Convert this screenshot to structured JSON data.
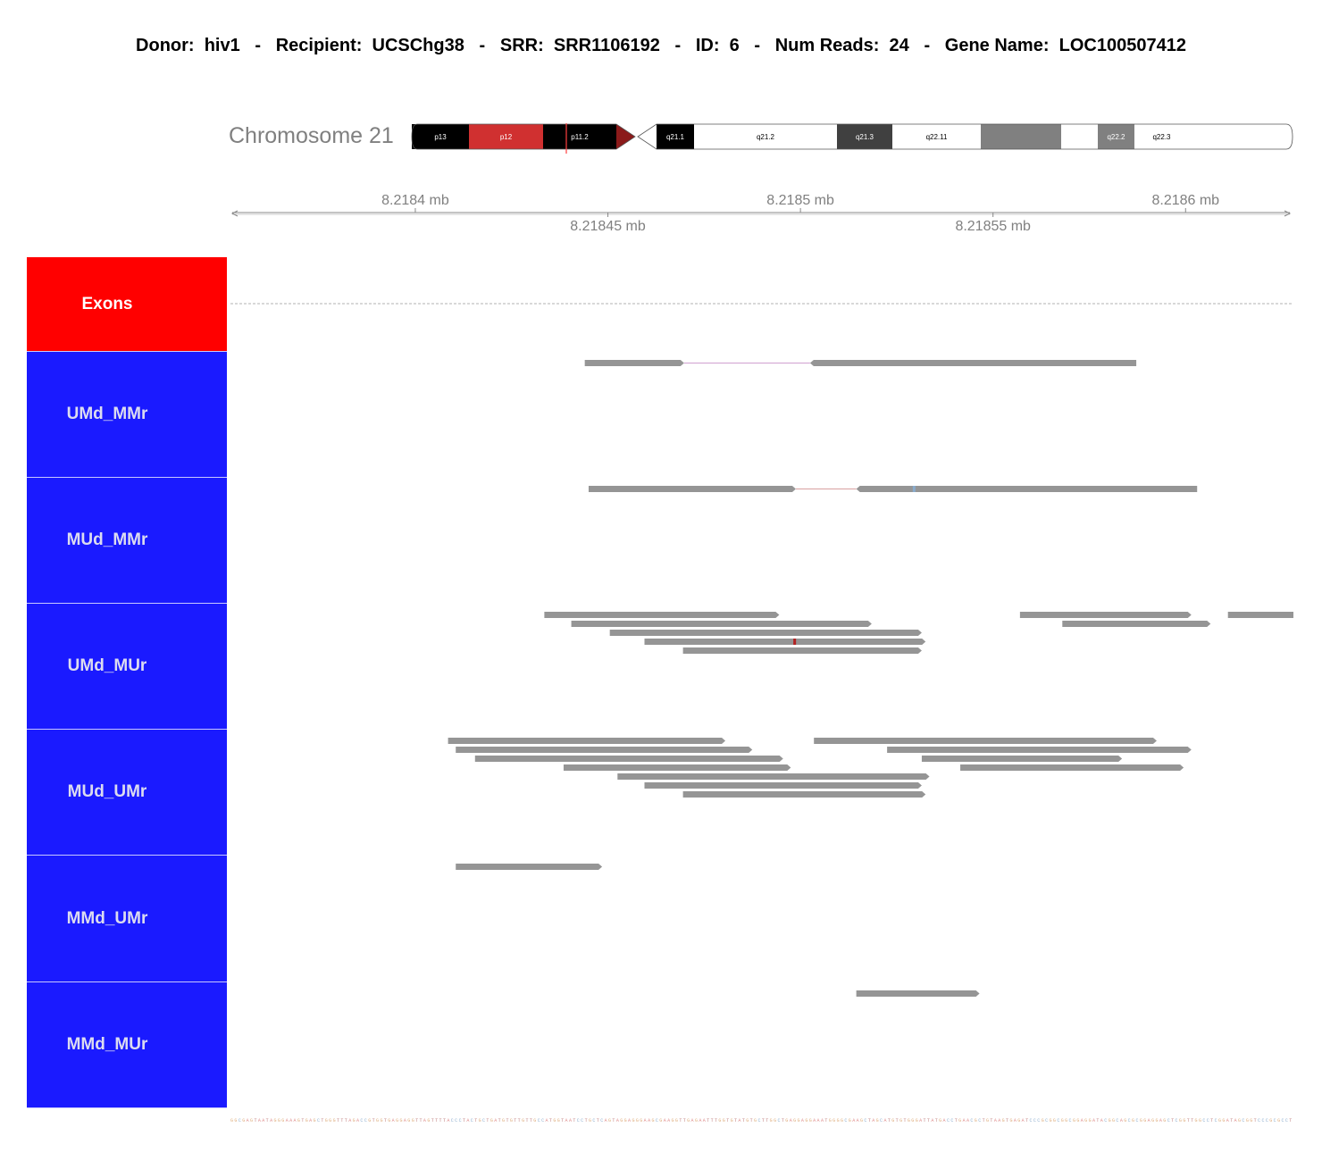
{
  "title": {
    "text": "Donor:  hiv1   -   Recipient:  UCSChg38   -   SRR:  SRR1106192   -   ID:  6   -   Num Reads:  24   -   Gene Name:  LOC100507412"
  },
  "chromosome": {
    "label": "Chromosome 21",
    "bands": [
      {
        "name": "p13",
        "color": "#000000",
        "text_color": "#ffffff"
      },
      {
        "name": "p12",
        "color": "#d03030",
        "text_color": "#ffffff"
      },
      {
        "name": "p11.2",
        "color": "#000000",
        "text_color": "#ffffff"
      },
      {
        "name": "",
        "color": "#8b1a1a",
        "text_color": "#ffffff"
      },
      {
        "name": "",
        "color": "#8b1a1a",
        "text_color": "#ffffff"
      },
      {
        "name": "",
        "color": "#ffffff",
        "text_color": "#000000"
      },
      {
        "name": "q21.1",
        "color": "#000000",
        "text_color": "#ffffff"
      },
      {
        "name": "q21.2",
        "color": "#ffffff",
        "text_color": "#000000"
      },
      {
        "name": "q21.3",
        "color": "#404040",
        "text_color": "#ffffff"
      },
      {
        "name": "q22.11",
        "color": "#ffffff",
        "text_color": "#000000"
      },
      {
        "name": "",
        "color": "#808080",
        "text_color": "#ffffff"
      },
      {
        "name": "",
        "color": "#ffffff",
        "text_color": "#000000"
      },
      {
        "name": "q22.2",
        "color": "#808080",
        "text_color": "#ffffff"
      },
      {
        "name": "q22.3",
        "color": "#ffffff",
        "text_color": "#000000"
      }
    ],
    "highlight_color": "#ff4040"
  },
  "axis": {
    "range_mb": [
      8.218352,
      8.218628
    ],
    "major_ticks": [
      {
        "value": 8.2184,
        "label": "8.2184 mb"
      },
      {
        "value": 8.2185,
        "label": "8.2185 mb"
      },
      {
        "value": 8.2186,
        "label": "8.2186 mb"
      }
    ],
    "minor_ticks": [
      {
        "value": 8.21845,
        "label": "8.21845 mb"
      },
      {
        "value": 8.21855,
        "label": "8.21855 mb"
      }
    ]
  },
  "tracks": [
    {
      "label": "Exons",
      "color": "#ff0000"
    },
    {
      "label": "UMd_MMr",
      "color": "#1a1aff"
    },
    {
      "label": "MUd_MMr",
      "color": "#1a1aff"
    },
    {
      "label": "UMd_MUr",
      "color": "#1a1aff"
    },
    {
      "label": "MUd_UMr",
      "color": "#1a1aff"
    },
    {
      "label": "MMd_UMr",
      "color": "#1a1aff"
    },
    {
      "label": "MMd_MUr",
      "color": "#1a1aff"
    }
  ],
  "colors": {
    "read": "#959595",
    "mismatch_red": "#b22222",
    "mismatch_blue": "#88aacc",
    "splice_line": "#d0a0d0",
    "splice_line_2": "#d8a0a0"
  },
  "reads": [
    {
      "track": 1,
      "row": 0,
      "start": 8.218444,
      "end": 8.2184698,
      "splice_to": 8.2185025,
      "end2": 8.2185872
    },
    {
      "track": 2,
      "row": 0,
      "start": 8.218445,
      "end": 8.2184988,
      "splice_to": 8.2185145,
      "end2": 8.218603,
      "mismatches": [
        {
          "pos": 8.2185295,
          "kind": "blue"
        }
      ]
    },
    {
      "track": 3,
      "row": 0,
      "start": 8.2184335,
      "end": 8.2184945
    },
    {
      "track": 3,
      "row": 1,
      "start": 8.2184405,
      "end": 8.2185185
    },
    {
      "track": 3,
      "row": 2,
      "start": 8.2184505,
      "end": 8.2185315
    },
    {
      "track": 3,
      "row": 3,
      "start": 8.2184595,
      "end": 8.2185325,
      "mismatches": [
        {
          "pos": 8.2184985,
          "kind": "red"
        }
      ]
    },
    {
      "track": 3,
      "row": 4,
      "start": 8.2184695,
      "end": 8.2185315
    },
    {
      "track": 3,
      "row": 0,
      "start": 8.218557,
      "end": 8.2186015
    },
    {
      "track": 3,
      "row": 1,
      "start": 8.218568,
      "end": 8.2186065
    },
    {
      "track": 3,
      "row": 0,
      "start": 8.218611,
      "end": 8.218646
    },
    {
      "track": 4,
      "row": 0,
      "start": 8.2184085,
      "end": 8.2184805
    },
    {
      "track": 4,
      "row": 1,
      "start": 8.2184105,
      "end": 8.2184875
    },
    {
      "track": 4,
      "row": 2,
      "start": 8.2184155,
      "end": 8.2184955
    },
    {
      "track": 4,
      "row": 3,
      "start": 8.2184385,
      "end": 8.2184975
    },
    {
      "track": 4,
      "row": 4,
      "start": 8.2184525,
      "end": 8.2185335
    },
    {
      "track": 4,
      "row": 5,
      "start": 8.2184595,
      "end": 8.2185315
    },
    {
      "track": 4,
      "row": 6,
      "start": 8.2184695,
      "end": 8.2185325
    },
    {
      "track": 4,
      "row": 0,
      "start": 8.2185035,
      "end": 8.2185925
    },
    {
      "track": 4,
      "row": 1,
      "start": 8.2185225,
      "end": 8.2186015
    },
    {
      "track": 4,
      "row": 2,
      "start": 8.2185315,
      "end": 8.2185835
    },
    {
      "track": 4,
      "row": 3,
      "start": 8.2185415,
      "end": 8.2185995
    },
    {
      "track": 5,
      "row": 0,
      "start": 8.2184105,
      "end": 8.2184485
    },
    {
      "track": 6,
      "row": 0,
      "start": 8.2185145,
      "end": 8.2185465
    }
  ],
  "sequence": {
    "text": "GGCGAGTAATAGGGAAAGTGAGCTGGGTTTAGACCGTGGTGAGGAGGTTAGTTTTACCCTACTGCTGATGTGTTGTTGCCATGGTAATCCTGCTCAGTAGGAGGGAAGCGAAGGTTGAGAATTTGGTGTATGTGCTTGGCTGAGGAGGAAATGGGGCGAAGCTAGCATGTGTGGGATTATGACCTGAACGCTGTAAGTGAGATCCCGCGGCGGCGGAGGATACGGCAGCGCGGAGGAGCTCGGTTGGCCTCGGATAGCGGTCCCGCGCCT"
  }
}
